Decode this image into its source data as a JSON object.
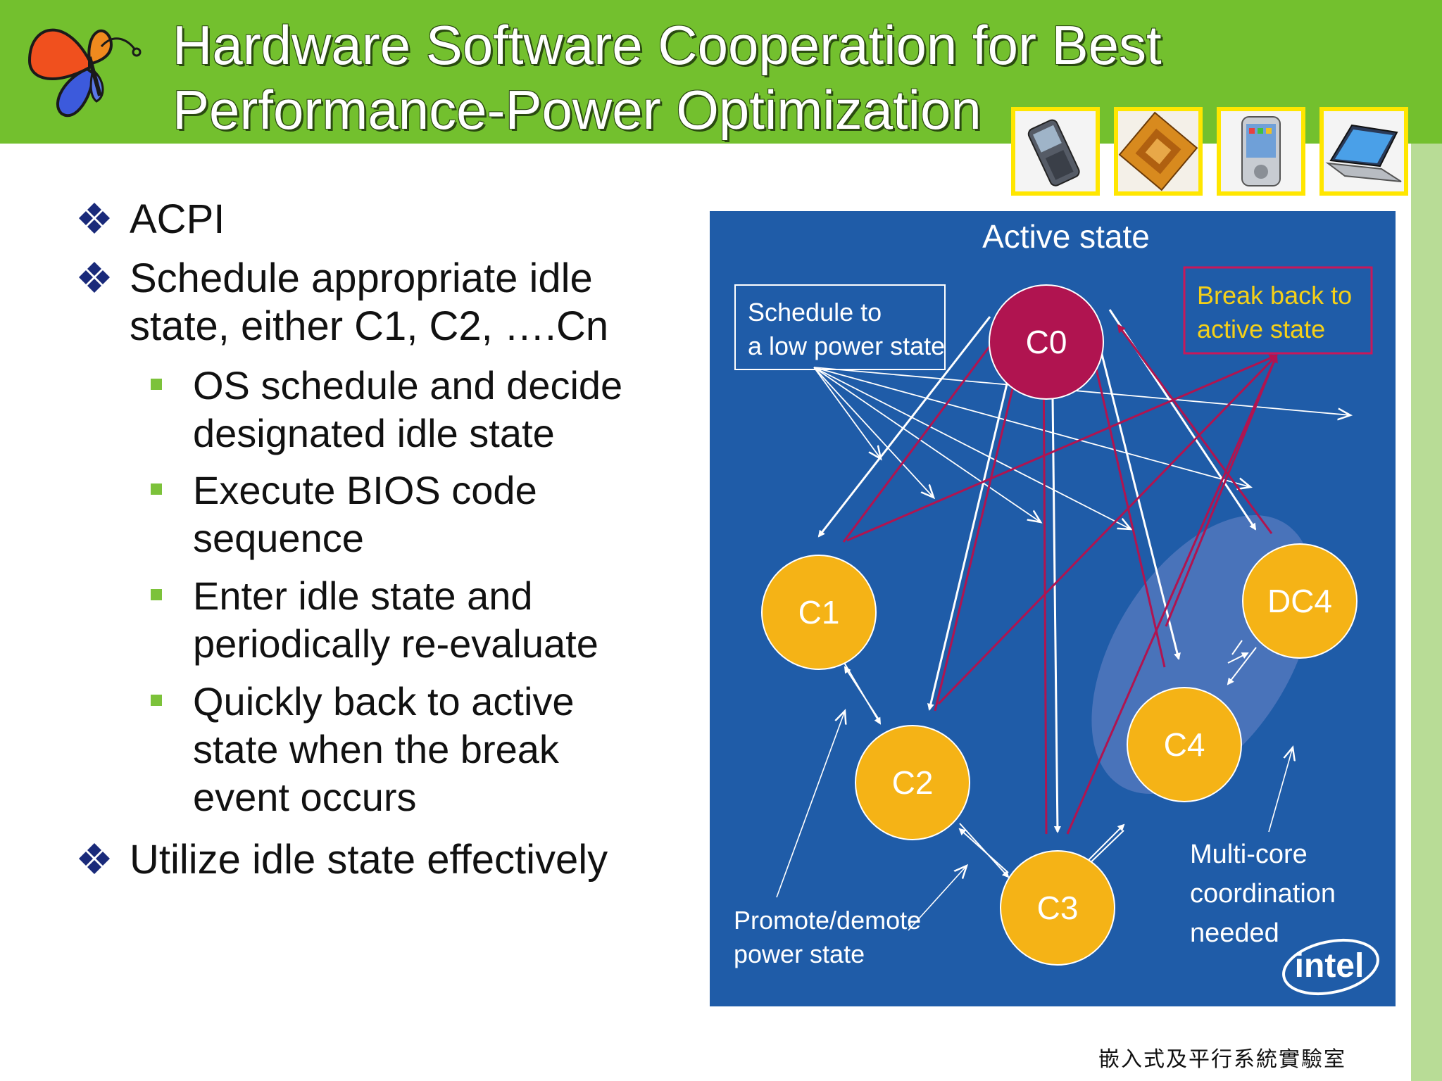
{
  "slide": {
    "title_line1": "Hardware Software Cooperation for Best",
    "title_line2": "Performance-Power Optimization",
    "bullets": [
      {
        "level": 1,
        "lines": [
          "ACPI"
        ]
      },
      {
        "level": 1,
        "lines": [
          "Schedule appropriate idle",
          "state, either C1, C2, ….Cn"
        ]
      },
      {
        "level": 2,
        "lines": [
          "OS schedule and decide",
          "designated idle state"
        ]
      },
      {
        "level": 2,
        "lines": [
          "Execute BIOS code",
          "sequence"
        ]
      },
      {
        "level": 2,
        "lines": [
          "Enter idle state and",
          "periodically re-evaluate"
        ]
      },
      {
        "level": 2,
        "lines": [
          "Quickly back to active",
          "state when the break",
          "event occurs"
        ]
      },
      {
        "level": 1,
        "lines": [
          "Utilize idle state effectively"
        ]
      }
    ],
    "footer": "嵌入式及平行系統實驗室"
  },
  "diagram": {
    "active_state": "Active state",
    "schedule_line1": "Schedule to",
    "schedule_line2": "a low power state",
    "break_line1": "Break back to",
    "break_line2": "active state",
    "promote_line1": "Promote/demote",
    "promote_line2": "power state",
    "multicore_line1": "Multi-core",
    "multicore_line2": "coordination",
    "multicore_line3": "needed",
    "brand": "intel",
    "states": {
      "c0": "C0",
      "c1": "C1",
      "c2": "C2",
      "c3": "C3",
      "c4": "C4",
      "dc4": "DC4"
    }
  },
  "icons": [
    "butterfly-logo-icon",
    "mobile-phone-icon",
    "processor-chip-icon",
    "pda-icon",
    "laptop-icon",
    "bullet-diamond-icon",
    "bullet-square-icon"
  ],
  "colors": {
    "title_bar": "#73c02e",
    "diagram_bg": "#1f5ca8",
    "state_active": "#b01450",
    "state_idle": "#f5b316",
    "bullet_square": "#7cc23a",
    "bullet_diamond": "#1a2a7a"
  }
}
